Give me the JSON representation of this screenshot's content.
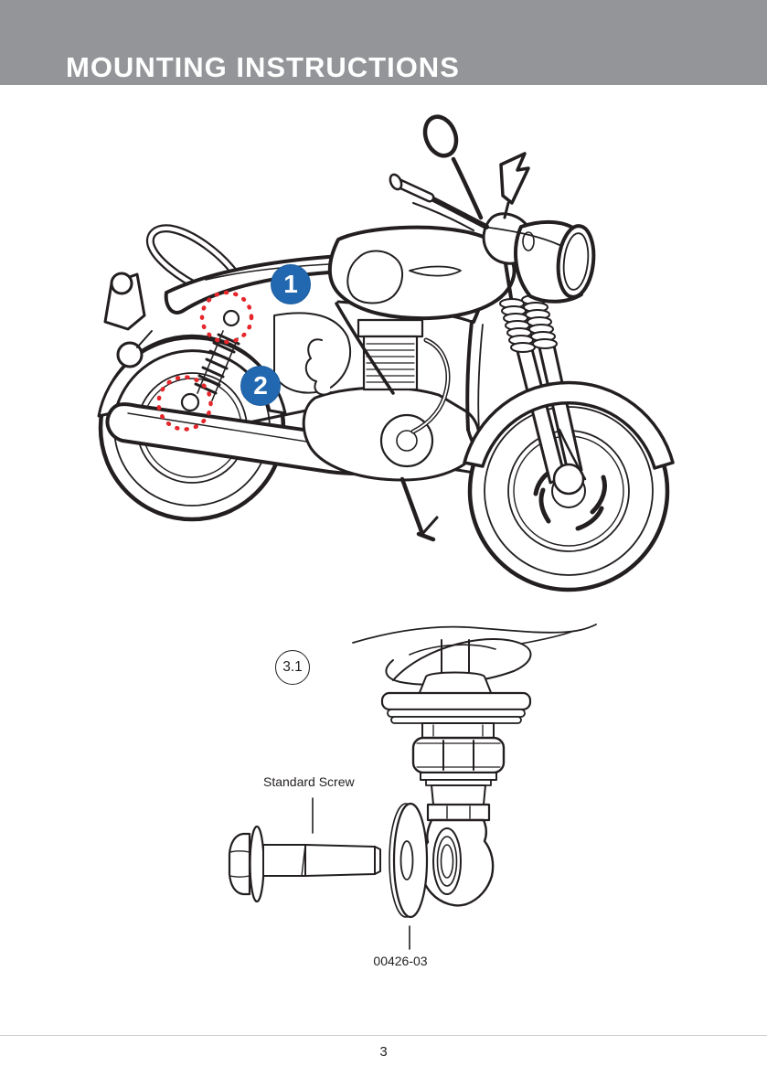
{
  "header": {
    "title": "MOUNTING INSTRUCTIONS",
    "bg_color": "#939598"
  },
  "overview_figure": {
    "description": "motorcycle side view with shock mount points highlighted",
    "callouts": [
      {
        "label": "1"
      },
      {
        "label": "2"
      }
    ],
    "highlight_color": "#e5262b",
    "callout_color": "#2268b0",
    "line_color": "#231f20"
  },
  "detail_figure": {
    "figure_label": "3.1",
    "part_label": "Standard Screw",
    "part_number": "00426-03"
  },
  "footer": {
    "page_number": "3"
  }
}
